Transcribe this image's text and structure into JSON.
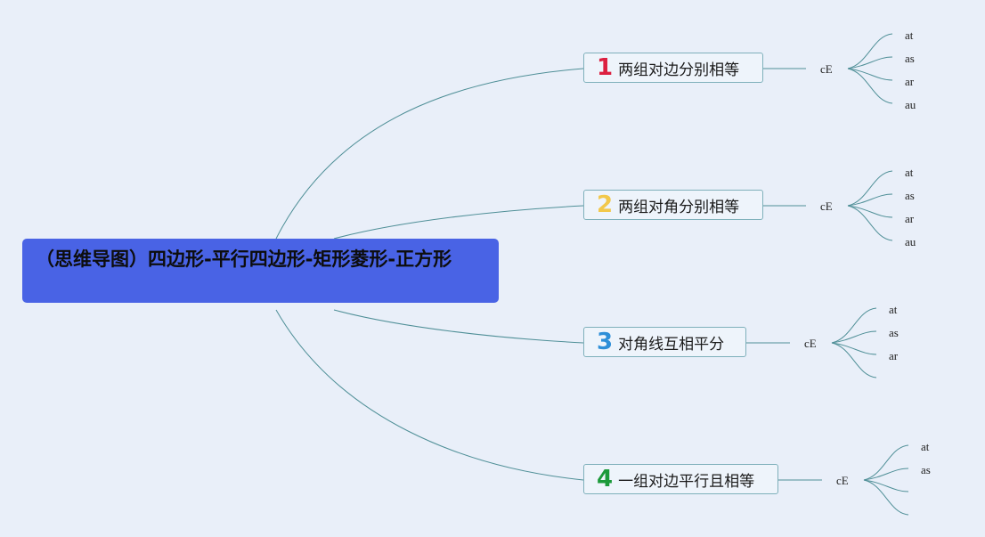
{
  "root": {
    "title": "（思维导图）四边形-平行四边形-矩形菱形-正方形"
  },
  "branches": [
    {
      "number": "1",
      "number_color": "#dc2040",
      "label": "两组对边分别相等",
      "child": "cE",
      "leaves": [
        "at",
        "as",
        "ar",
        "au"
      ]
    },
    {
      "number": "2",
      "number_color": "#f2c84a",
      "label": "两组对角分别相等",
      "child": "cE",
      "leaves": [
        "at",
        "as",
        "ar",
        "au"
      ]
    },
    {
      "number": "3",
      "number_color": "#2e8fd8",
      "label": "对角线互相平分",
      "child": "cE",
      "leaves": [
        "at",
        "as",
        "ar"
      ]
    },
    {
      "number": "4",
      "number_color": "#1c9a3a",
      "label": "一组对边平行且相等",
      "child": "cE",
      "leaves": [
        "at",
        "as",
        "",
        ""
      ]
    }
  ],
  "colors": {
    "background": "#e9eff9",
    "root_fill": "#4963e5",
    "link": "#4f8f97",
    "topic_border": "#7fb0bb"
  }
}
